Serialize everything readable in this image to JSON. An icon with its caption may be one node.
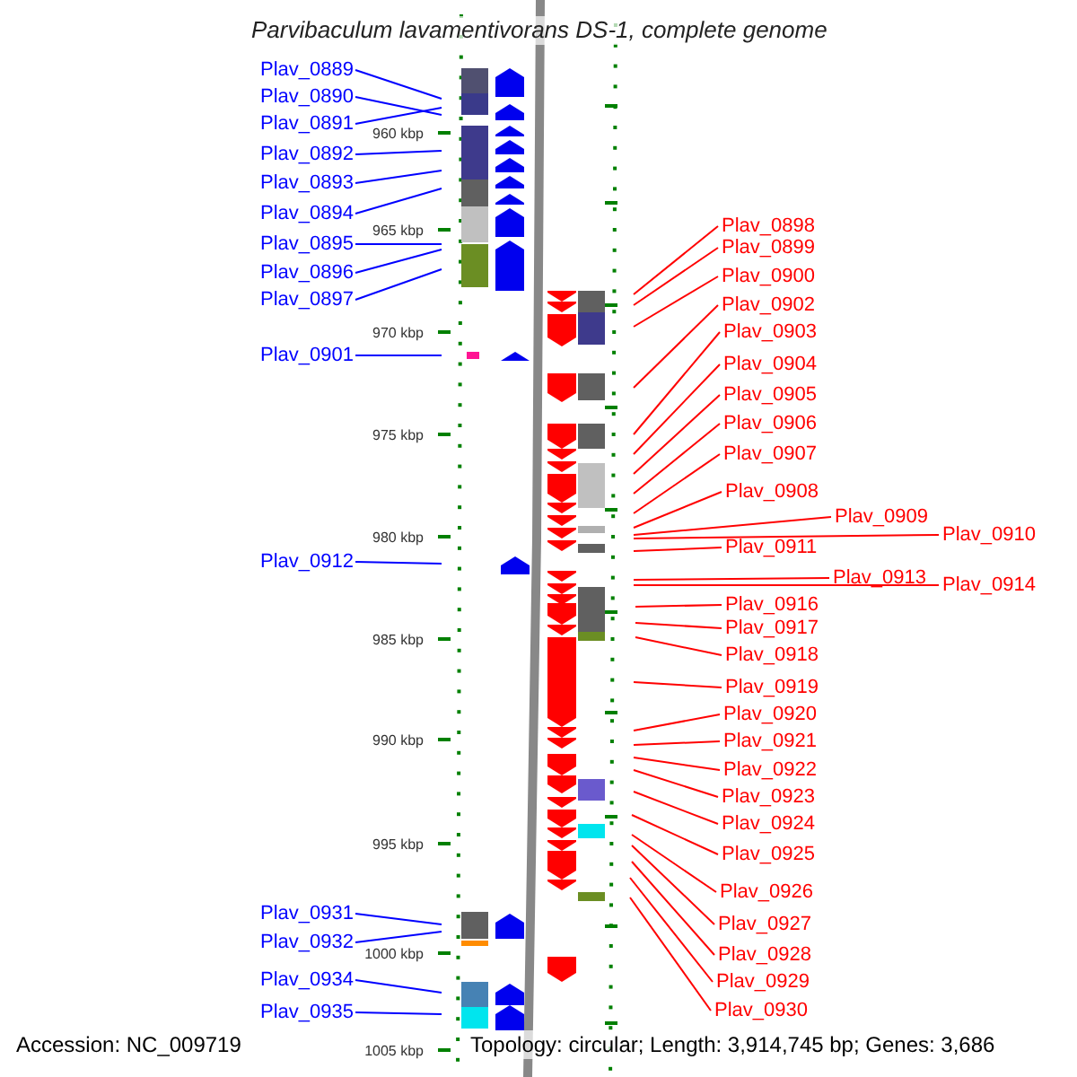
{
  "diagram": {
    "title": "Parvibaculum lavamentivorans DS-1, complete genome",
    "nodes": [
      {
        "text": [
          "Plav_0889"
        ]
      },
      {
        "text": [
          "Plav_0890"
        ]
      },
      {
        "text": [
          "Plav_0891"
        ]
      },
      {
        "text": [
          "Plav_0892"
        ]
      },
      {
        "text": [
          "Plav_0893"
        ]
      },
      {
        "text": [
          "Plav_0894"
        ]
      },
      {
        "text": [
          "Plav_0895"
        ]
      },
      {
        "text": [
          "Plav_0896"
        ]
      },
      {
        "text": [
          "Plav_0897"
        ]
      },
      {
        "text": [
          "Plav_0901"
        ]
      },
      {
        "text": [
          "Plav_0912"
        ]
      },
      {
        "text": [
          "Plav_0931"
        ]
      },
      {
        "text": [
          "Plav_0932"
        ]
      },
      {
        "text": [
          "Plav_0934"
        ]
      },
      {
        "text": [
          "Plav_0935"
        ]
      },
      {
        "text": [
          "Plav_0898"
        ]
      },
      {
        "text": [
          "Plav_0899"
        ]
      },
      {
        "text": [
          "Plav_0900"
        ]
      },
      {
        "text": [
          "Plav_0902"
        ]
      },
      {
        "text": [
          "Plav_0903"
        ]
      },
      {
        "text": [
          "Plav_0904"
        ]
      },
      {
        "text": [
          "Plav_0905"
        ]
      },
      {
        "text": [
          "Plav_0906"
        ]
      },
      {
        "text": [
          "Plav_0907"
        ]
      },
      {
        "text": [
          "Plav_0908"
        ]
      },
      {
        "text": [
          "Plav_0909"
        ]
      },
      {
        "text": [
          "Plav_0910"
        ]
      },
      {
        "text": [
          "Plav_0911"
        ]
      },
      {
        "text": [
          "Plav_0913"
        ]
      },
      {
        "text": [
          "Plav_0914"
        ]
      },
      {
        "text": [
          "Plav_0916"
        ]
      },
      {
        "text": [
          "Plav_0917"
        ]
      },
      {
        "text": [
          "Plav_0918"
        ]
      },
      {
        "text": [
          "Plav_0919"
        ]
      },
      {
        "text": [
          "Plav_0920"
        ]
      },
      {
        "text": [
          "Plav_0921"
        ]
      },
      {
        "text": [
          "Plav_0922"
        ]
      },
      {
        "text": [
          "Plav_0923"
        ]
      },
      {
        "text": [
          "Plav_0924"
        ]
      },
      {
        "text": [
          "Plav_0925"
        ]
      },
      {
        "text": [
          "Plav_0926"
        ]
      },
      {
        "text": [
          "Plav_0927"
        ]
      },
      {
        "text": [
          "Plav_0928"
        ]
      },
      {
        "text": [
          "Plav_0929"
        ]
      },
      {
        "text": [
          "Plav_0930"
        ]
      }
    ],
    "edges": [
      {
        "from": 0,
        "to": null,
        "arrow": "none",
        "color": "#0000ff"
      },
      {
        "from": 1,
        "to": null,
        "arrow": "none",
        "color": "#0000ff"
      },
      {
        "from": 2,
        "to": null,
        "arrow": "none",
        "color": "#0000ff"
      },
      {
        "from": 3,
        "to": null,
        "arrow": "none",
        "color": "#0000ff"
      },
      {
        "from": 4,
        "to": null,
        "arrow": "none",
        "color": "#0000ff"
      },
      {
        "from": 5,
        "to": null,
        "arrow": "none",
        "color": "#0000ff"
      },
      {
        "from": 6,
        "to": null,
        "arrow": "none",
        "color": "#0000ff"
      },
      {
        "from": 7,
        "to": null,
        "arrow": "none",
        "color": "#0000ff"
      },
      {
        "from": 8,
        "to": null,
        "arrow": "none",
        "color": "#0000ff"
      },
      {
        "from": 9,
        "to": null,
        "arrow": "none",
        "color": "#0000ff"
      },
      {
        "from": 10,
        "to": null,
        "arrow": "none",
        "color": "#0000ff"
      },
      {
        "from": 11,
        "to": null,
        "arrow": "none",
        "color": "#0000ff"
      },
      {
        "from": 12,
        "to": null,
        "arrow": "none",
        "color": "#0000ff"
      },
      {
        "from": 13,
        "to": null,
        "arrow": "none",
        "color": "#0000ff"
      },
      {
        "from": 14,
        "to": null,
        "arrow": "none",
        "color": "#0000ff"
      },
      {
        "from": 15,
        "to": null,
        "arrow": "none"
      },
      {
        "from": 16,
        "to": null,
        "arrow": "none"
      },
      {
        "from": 17,
        "to": null,
        "arrow": "none"
      },
      {
        "from": 18,
        "to": null,
        "arrow": "none"
      },
      {
        "from": 19,
        "to": null,
        "arrow": "none"
      },
      {
        "from": 20,
        "to": null,
        "arrow": "none"
      },
      {
        "from": 21,
        "to": null,
        "arrow": "none"
      },
      {
        "from": 22,
        "to": null,
        "arrow": "none"
      },
      {
        "from": 23,
        "to": null,
        "arrow": "none"
      },
      {
        "from": 24,
        "to": null,
        "arrow": "none"
      },
      {
        "from": 25,
        "to": null,
        "arrow": "none"
      },
      {
        "from": 26,
        "to": null,
        "arrow": "none"
      },
      {
        "from": 27,
        "to": null,
        "arrow": "none"
      },
      {
        "from": 28,
        "to": null,
        "arrow": "none"
      },
      {
        "from": 29,
        "to": null,
        "arrow": "none"
      },
      {
        "from": 30,
        "to": null,
        "arrow": "none"
      },
      {
        "from": 31,
        "to": null,
        "arrow": "none"
      },
      {
        "from": 32,
        "to": null,
        "arrow": "none"
      },
      {
        "from": 33,
        "to": null,
        "arrow": "none"
      },
      {
        "from": 34,
        "to": null,
        "arrow": "none"
      },
      {
        "from": 35,
        "to": null,
        "arrow": "none"
      },
      {
        "from": 36,
        "to": null,
        "arrow": "none"
      },
      {
        "from": 37,
        "to": null,
        "arrow": "none"
      },
      {
        "from": 38,
        "to": null,
        "arrow": "none"
      },
      {
        "from": 39,
        "to": null,
        "arrow": "none"
      },
      {
        "from": 40,
        "to": null,
        "arrow": "none"
      },
      {
        "from": 41,
        "to": null,
        "arrow": "none"
      },
      {
        "from": 42,
        "to": null,
        "arrow": "none"
      },
      {
        "from": 43,
        "to": null,
        "arrow": "none"
      },
      {
        "from": 44,
        "to": null,
        "arrow": "none"
      }
    ],
    "labels": [
      "960 kbp",
      "965 kbp",
      "970 kbp",
      "975 kbp",
      "980 kbp",
      "985 kbp",
      "990 kbp",
      "995 kbp",
      "1000 kbp",
      "Accession: NC_009719",
      "Topology: circular; Length: 3,914,745 bp; Genes: 3,686",
      "1005 kbp"
    ]
  }
}
